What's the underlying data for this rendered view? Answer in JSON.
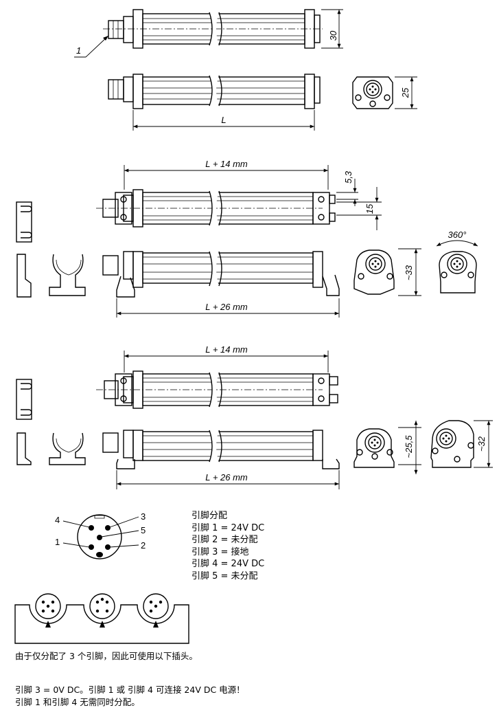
{
  "callout": "1",
  "dimensions": {
    "top_height": "30",
    "length": "L",
    "end_height": "25",
    "bracket_length": "L + 14 mm",
    "offset_small": "5,3",
    "offset_hole": "15",
    "rotation": "360°",
    "height_bracket_a": "~33",
    "base_length": "L + 26 mm",
    "height_bracket_b": "~25,5",
    "height_bracket_c": "~32"
  },
  "connector_pins": [
    "1",
    "2",
    "3",
    "4",
    "5"
  ],
  "pin_assignment": {
    "title": "引脚分配",
    "lines": [
      "引脚 1 = 24V DC",
      "引脚 2 = 未分配",
      "引脚 3 = 接地",
      "引脚 4 = 24V DC",
      "引脚 5 = 未分配"
    ]
  },
  "notes": {
    "plug_note": "由于仅分配了 3 个引脚，因此可使用以下插头。",
    "wiring_note_1": "引脚 3 = 0V DC。引脚 1 或 引脚 4 可连接 24V DC 电源！",
    "wiring_note_2": "引脚 1 和引脚 4 无需同时分配。"
  }
}
